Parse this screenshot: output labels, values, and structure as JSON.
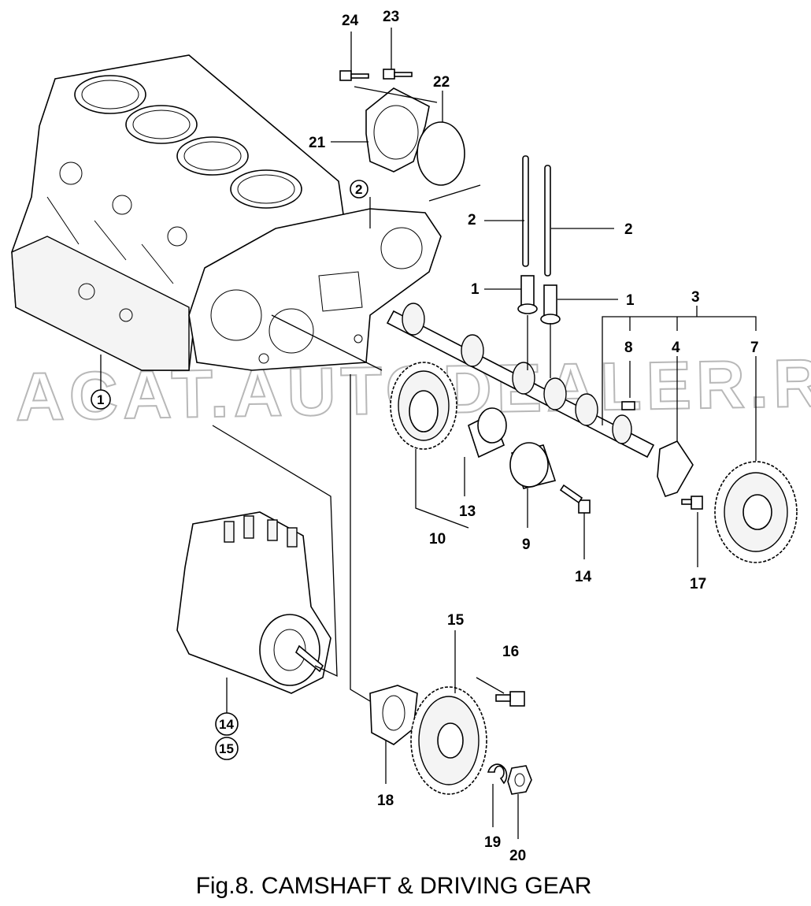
{
  "figure": {
    "caption": "Fig.8.  CAMSHAFT & DRIVING GEAR",
    "watermark": "ACAT.AUTODEALER.RU"
  },
  "callouts": {
    "c1": "1",
    "c1b": "1",
    "c1c": "1",
    "c2": "2",
    "c2b": "2",
    "c2c": "2",
    "c3": "3",
    "c4": "4",
    "c7": "7",
    "c8": "8",
    "c9": "9",
    "c10": "10",
    "c13": "13",
    "c14": "14",
    "c14b": "14",
    "c15": "15",
    "c15b": "15",
    "c16": "16",
    "c17": "17",
    "c18": "18",
    "c19": "19",
    "c20": "20",
    "c21": "21",
    "c22": "22",
    "c23": "23",
    "c24": "24"
  }
}
